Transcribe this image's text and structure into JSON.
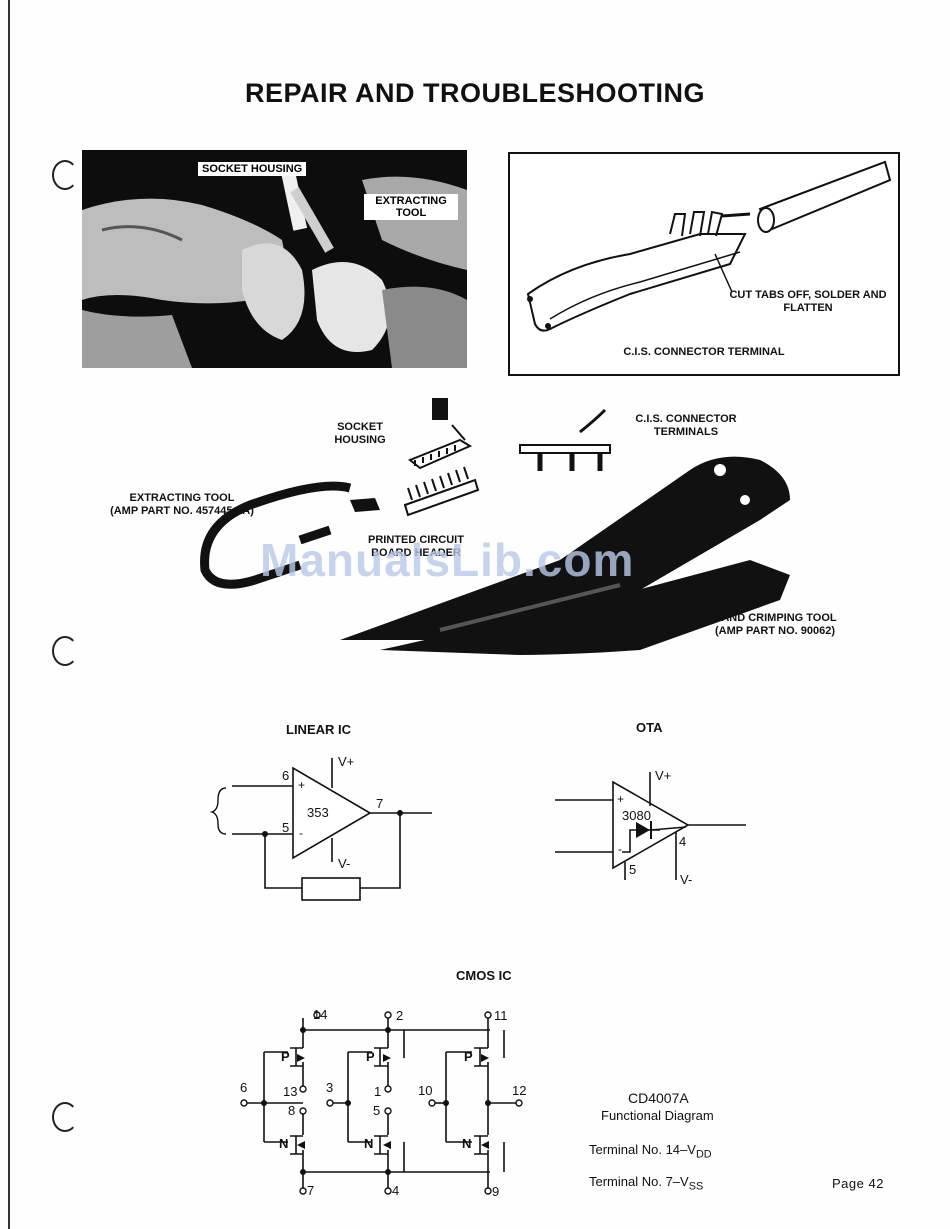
{
  "title": "REPAIR AND TROUBLESHOOTING",
  "photo1": {
    "label_socket": "SOCKET HOUSING",
    "label_extracting": "EXTRACTING TOOL"
  },
  "terminal_box": {
    "label_cut": "CUT TABS OFF, SOLDER AND FLATTEN",
    "caption": "C.I.S. CONNECTOR TERMINAL"
  },
  "tools": {
    "socket_housing": "SOCKET HOUSING",
    "cis_terminals": "C.I.S. CONNECTOR TERMINALS",
    "extracting_tool": "EXTRACTING TOOL",
    "extracting_part": "(AMP PART NO. 457445-1A)",
    "pcb_header": "PRINTED CIRCUIT BOARD HEADER",
    "crimping_tool": "HAND CRIMPING TOOL",
    "crimping_part": "(AMP PART NO. 90062)"
  },
  "watermark": "ManualsLib.com",
  "linear_ic": {
    "heading": "LINEAR IC",
    "chip": "353",
    "pin_plus": "6",
    "pin_minus": "5",
    "pin_out": "7",
    "plus_sign": "+",
    "minus_sign": "-",
    "vplus": "V+",
    "vminus": "V-"
  },
  "ota": {
    "heading": "OTA",
    "chip": "3080",
    "pin4": "4",
    "pin5": "5",
    "plus_sign": "+",
    "minus_sign": "-",
    "vplus": "V+",
    "vminus": "V-"
  },
  "cmos": {
    "heading": "CMOS IC",
    "pins": {
      "p14": "14",
      "p2": "2",
      "p11": "11",
      "p6": "6",
      "p13": "13",
      "p8": "8",
      "p3": "3",
      "p1": "1",
      "p5": "5",
      "p10": "10",
      "p12": "12",
      "p7": "7",
      "p4": "4",
      "p9": "9"
    },
    "p_label": "P",
    "n_label": "N",
    "part": "CD4007A",
    "desc": "Functional Diagram",
    "term1_main": "Terminal No. 14–V",
    "term1_sub": "DD",
    "term2_main": "Terminal No.  7–V",
    "term2_sub": "SS"
  },
  "page_label": "Page  42"
}
